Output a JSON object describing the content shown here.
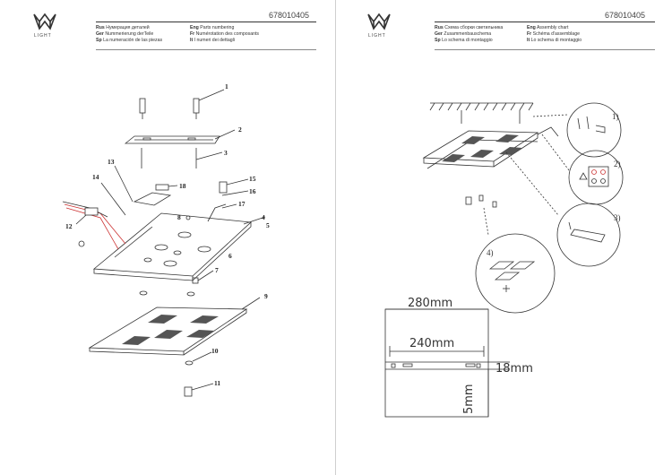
{
  "brand": {
    "logo_text": "LIGHT"
  },
  "left_sheet": {
    "article_number": "678010405",
    "header_left": [
      {
        "lang": "Rus",
        "text": "Нумерация деталей"
      },
      {
        "lang": "Ger",
        "text": "Nummerierung derTeile"
      },
      {
        "lang": "Sp",
        "text": "La numeración de las piezas"
      }
    ],
    "header_right": [
      {
        "lang": "Eng",
        "text": "Parts numbering"
      },
      {
        "lang": "Fr",
        "text": "Numérotation des composants"
      },
      {
        "lang": "It",
        "text": "I numeri dei dettagli"
      }
    ],
    "part_numbers": [
      "1",
      "2",
      "3",
      "4",
      "5",
      "6",
      "7",
      "8",
      "9",
      "10",
      "11",
      "12",
      "13",
      "14",
      "15",
      "16",
      "17",
      "18"
    ]
  },
  "right_sheet": {
    "article_number": "678010405",
    "header_left": [
      {
        "lang": "Rus",
        "text": "Схема сборки светильника"
      },
      {
        "lang": "Ger",
        "text": "Zusammenbauschema"
      },
      {
        "lang": "Sp",
        "text": "Lo schema di montaggio"
      }
    ],
    "header_right": [
      {
        "lang": "Eng",
        "text": "Assembly chart"
      },
      {
        "lang": "Fr",
        "text": "Schéma d'assemblage"
      },
      {
        "lang": "It",
        "text": "Lo schema di montaggio"
      }
    ],
    "steps": [
      "1)",
      "2)",
      "3)",
      "4)"
    ],
    "dimensions": {
      "width": "280mm",
      "mount_width": "240mm",
      "depth": "18mm",
      "offset": "5mm"
    }
  }
}
